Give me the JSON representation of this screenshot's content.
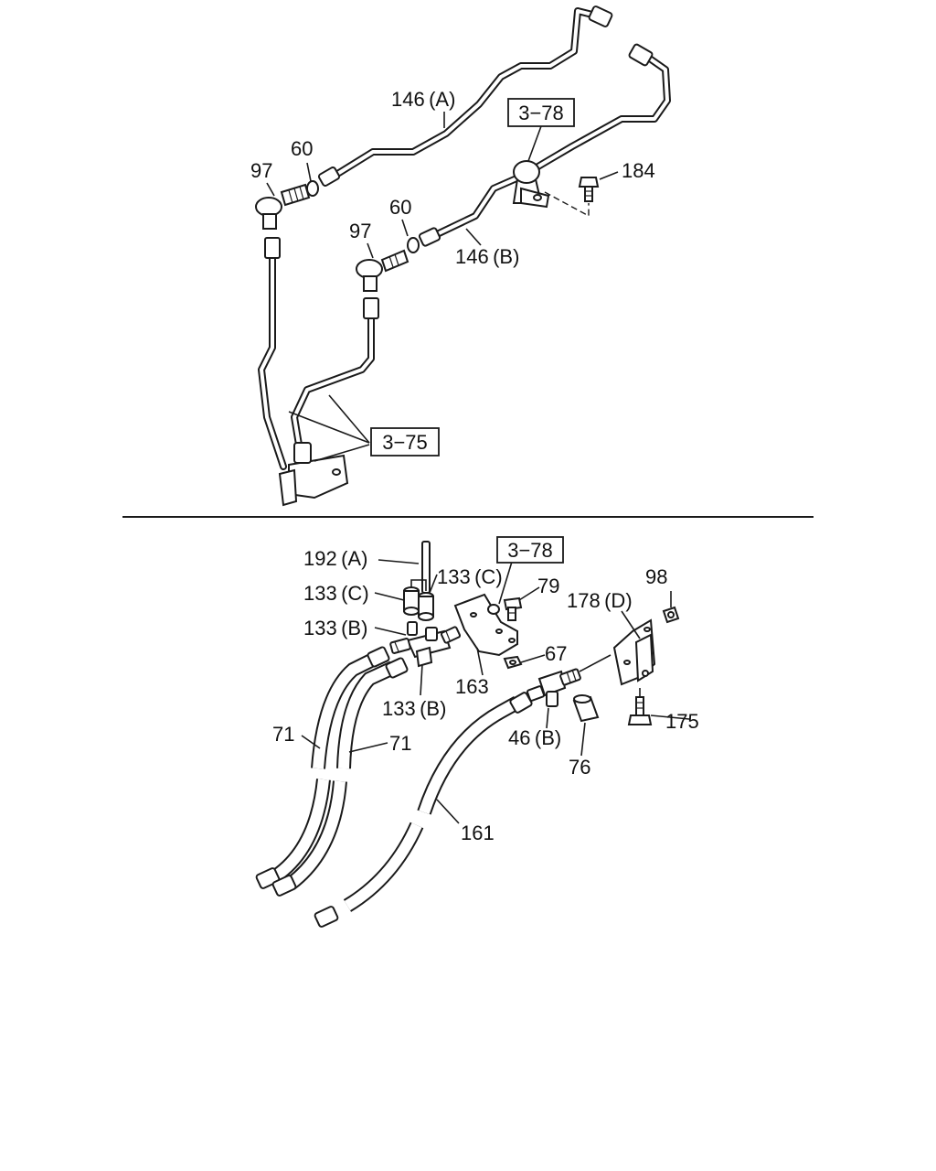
{
  "top_section": {
    "labels": {
      "pipe_a": "146 (A)",
      "pipe_b": "146 (B)",
      "gasket_1": "60",
      "gasket_2": "60",
      "eye_bolt_1": "97",
      "eye_bolt_2": "97",
      "bolt": "184"
    },
    "refs": {
      "clip_ref": "3−78",
      "valve_ref": "3−75"
    }
  },
  "bottom_section": {
    "labels": {
      "pin": "192 (A)",
      "spacer_c_left": "133 (C)",
      "spacer_c_right": "133 (C)",
      "union_b_top": "133 (B)",
      "union_b_bottom": "133 (B)",
      "bolt_79": "79",
      "nut_67": "67",
      "bracket_163": "163",
      "bracket_d": "178 (D)",
      "nut_98": "98",
      "bolt_175": "175",
      "tee_b": "46 (B)",
      "spacer_76": "76",
      "hose_161": "161",
      "hose_71_left": "71",
      "hose_71_right": "71"
    },
    "refs": {
      "clip_ref": "3−78"
    }
  }
}
